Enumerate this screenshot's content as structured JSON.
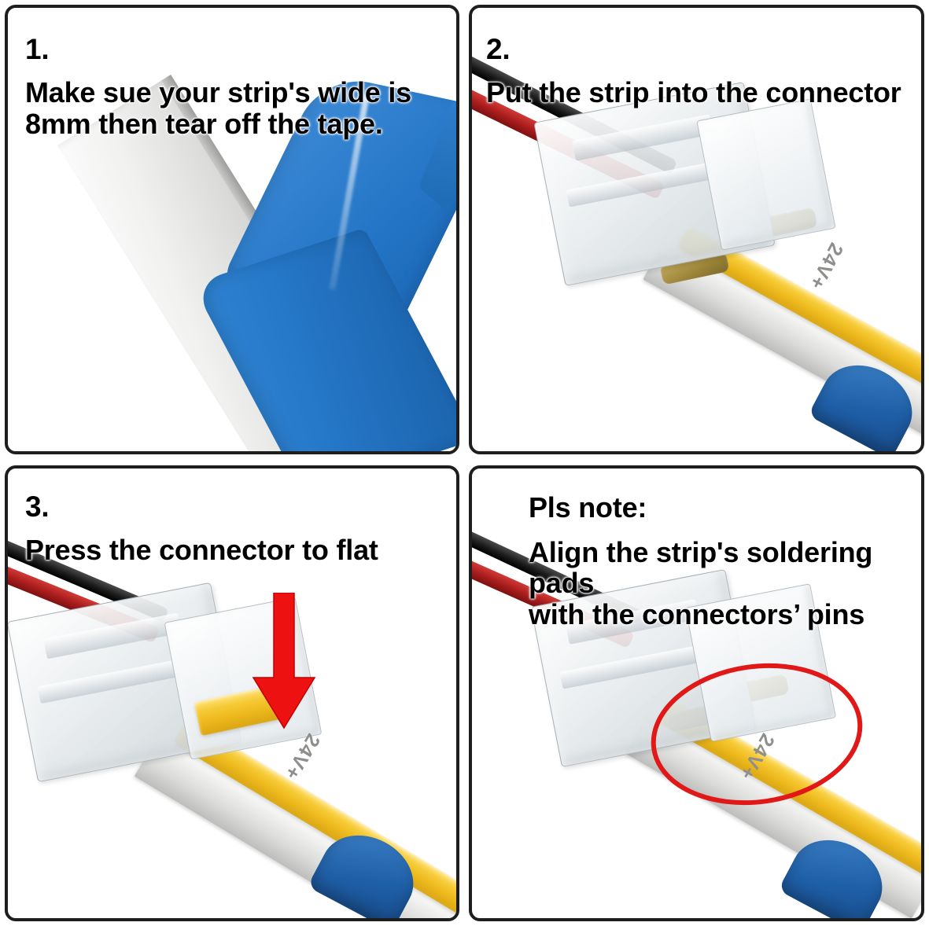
{
  "document": {
    "type": "instruction-sheet",
    "title": "LED Strip Connector Installation Steps",
    "panel_count": 4,
    "background_color": "#ffffff",
    "border_color": "#1e1e1e"
  },
  "colors": {
    "accent_red": "#ee1111",
    "annotation_red": "#e01818",
    "tape_blue": "#2f7fce",
    "cob_yellow": "#f2c12a",
    "wire_red": "#a81c1c",
    "wire_black": "#111111",
    "pad_brass": "#9b8438",
    "pcb_white": "#f2f2f1",
    "text_black": "#000000"
  },
  "panels": [
    {
      "id": "step-1",
      "step_number": "1.",
      "caption": "Make sue your strip's wide is\n8mm then tear off the tape.",
      "photo_description": "LED strip with blue protective tape being peeled off",
      "annotations": []
    },
    {
      "id": "step-2",
      "step_number": "2.",
      "caption": "Put the strip into the connector",
      "photo_description": "Clear connector with red and black wires; COB LED strip inserted from the right",
      "pcb_label": "24V+",
      "annotations": []
    },
    {
      "id": "step-3",
      "step_number": "3.",
      "caption": "Press the connector to flat",
      "photo_description": "Connector closed over the strip with a downward arrow indicating pressing",
      "pcb_label": "24V+",
      "annotations": [
        {
          "type": "arrow",
          "name": "press-down-arrow",
          "direction": "down",
          "color": "#ee1111"
        }
      ]
    },
    {
      "id": "note",
      "step_number": "",
      "note_title": "Pls note:",
      "caption": "Align the strip's soldering pads\nwith the connectors’ pins",
      "photo_description": "Close view of strip soldering pads lined up with connector pins",
      "pcb_label": "24V+",
      "annotations": [
        {
          "type": "ellipse",
          "name": "alignment-highlight-ellipse",
          "color": "#e01818"
        }
      ]
    }
  ]
}
